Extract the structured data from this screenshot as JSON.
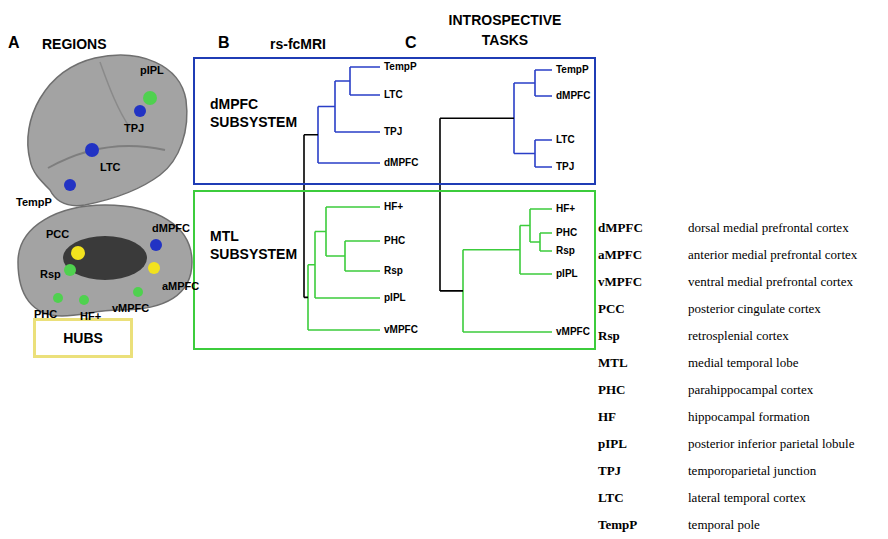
{
  "diagram": {
    "nodes": [
      {
        "text": [
          "dMPFC SUBSYSTEM"
        ]
      },
      {
        "text": [
          "MTL SUBSYSTEM"
        ]
      },
      {
        "text": [
          "HUBS"
        ]
      }
    ],
    "labels": [
      "A",
      "REGIONS",
      "pIPL",
      "TPJ",
      "LTC",
      "TempP",
      "dMPFC",
      "PCC",
      "Rsp",
      "aMPFC",
      "PHC",
      "HF+",
      "vMPFC",
      "B",
      "rs-fcMRI",
      "C",
      "INTROSPECTIVE TASKS",
      "TempP",
      "LTC",
      "TPJ",
      "dMPFC",
      "HF+",
      "PHC",
      "Rsp",
      "pIPL",
      "vMPFC",
      "TempP",
      "dMPFC",
      "LTC",
      "TPJ",
      "HF+",
      "PHC",
      "Rsp",
      "pIPL",
      "vMPFC",
      "dMPFC",
      "dorsal medial prefrontal cortex",
      "aMPFC",
      "anterior medial prefrontal cortex",
      "vMPFC",
      "ventral medial prefrontal cortex",
      "PCC",
      "posterior cingulate cortex",
      "Rsp",
      "retrosplenial cortex",
      "MTL",
      "medial temporal lobe",
      "PHC",
      "parahippocampal cortex",
      "HF",
      "hippocampal formation",
      "pIPL",
      "posterior inferior parietal lobule",
      "TPJ",
      "temporoparietal junction",
      "LTC",
      "lateral temporal cortex",
      "TempP",
      "temporal pole"
    ]
  }
}
